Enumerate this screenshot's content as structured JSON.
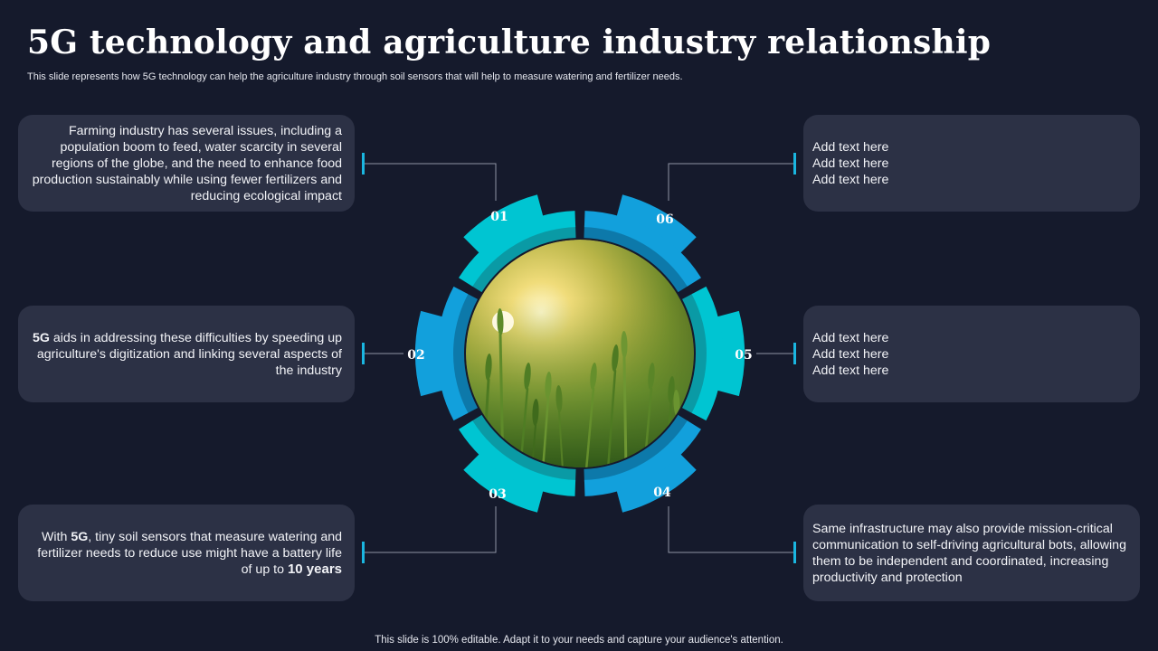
{
  "title": "5G technology and agriculture industry relationship",
  "subtitle": "This slide represents how 5G technology can help the agriculture industry through soil sensors that will help to measure watering and fertilizer needs.",
  "footer": "This slide is 100% editable. Adapt it to your needs and capture your audience's attention.",
  "colors": {
    "background": "#151a2c",
    "box": "#2c3145",
    "cyan": "#00c5d2",
    "blue": "#12a0dc",
    "connector": "#8f94a3"
  },
  "segments": [
    {
      "number": "01"
    },
    {
      "number": "02"
    },
    {
      "number": "03"
    },
    {
      "number": "04"
    },
    {
      "number": "05"
    },
    {
      "number": "06"
    }
  ],
  "boxes": {
    "b01": {
      "text": "Farming industry has several issues, including a population boom to feed, water scarcity in several regions of the globe, and the need to enhance food production sustainably while using fewer fertilizers and reducing ecological impact"
    },
    "b02": {
      "strong": "5G",
      "text": " aids in addressing these difficulties by speeding up agriculture's digitization and linking several aspects of the industry"
    },
    "b03": {
      "pre": "With ",
      "strong": "5G",
      "mid": ", tiny soil sensors that measure watering and fertilizer needs to reduce use might have a battery life of up to ",
      "strong2": "10 years"
    },
    "b04": {
      "text": "Same infrastructure may also provide mission-critical communication to self-driving agricultural bots, allowing them to be independent and coordinated, increasing productivity and protection"
    },
    "b05": {
      "lines": [
        "Add text here",
        "Add text here",
        "Add text here"
      ]
    },
    "b06": {
      "lines": [
        "Add text here",
        "Add text here",
        "Add text here"
      ]
    }
  }
}
